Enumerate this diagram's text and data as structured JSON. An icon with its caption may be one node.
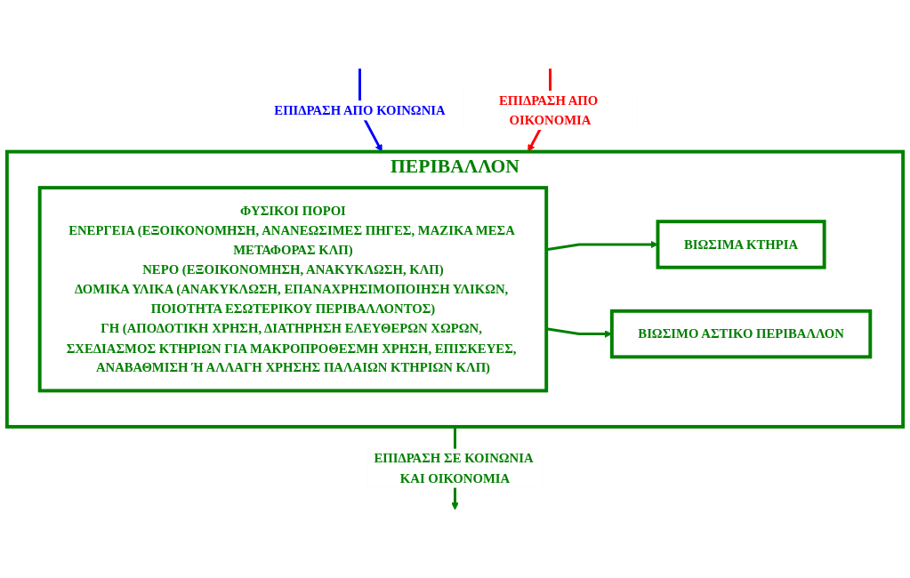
{
  "diagram": {
    "nodes": [
      {
        "text": [
          "ΠΕΡΙΒΑΛΛΟΝ"
        ]
      },
      {
        "text": [
          "ΦΥΣΙΚΟΙ ΠΟΡΟΙ",
          "ΕΝΕΡΓΕΙΑ (ΕΞΟΙΚΟΝΟΜΗΣΗ, ΑΝΑΝΕΩΣΙΜΕΣ ΠΗΓΕΣ, ΜΑΖΙΚΑ ΜΕΣΑ ΜΕΤΑΦΟΡΑΣ ΚΛΠ)",
          "ΝΕΡΟ (ΕΞΟΙΚΟΝΟΜΗΣΗ, ΑΝΑΚΥΚΛΩΣΗ, ΚΛΠ)",
          "ΔΟΜΙΚΑ ΥΛΙΚΑ (ΑΝΑΚΥΚΛΩΣΗ, ΕΠΑΝΑΧΡΗΣΙΜΟΠΟΙΗΣΗ ΥΛΙΚΩΝ, ΠΟΙΟΤΗΤΑ ΕΣΩΤΕΡΙΚΟΥ ΠΕΡΙΒΑΛΛΟΝΤΟΣ)",
          "ΓΗ (ΑΠΟΔΟΤΙΚΗ ΧΡΗΣΗ, ΔΙΑΤΗΡΗΣΗ ΕΛΕΥΘΕΡΩΝ ΧΩΡΩΝ, ΣΧΕΔΙΑΣΜΟΣ ΚΤΗΡΙΩΝ ΓΙΑ ΜΑΚΡΟΠΡΟΘΕΣΜΗ ΧΡΗΣΗ, ΕΠΙΣΚΕΥΕΣ, ΑΝΑΒΑΘΜΙΣΗ Ή ΑΛΛΑΓΗ ΧΡΗΣΗΣ ΠΑΛΑΙΩΝ ΚΤΗΡΙΩΝ ΚΛΠ)"
        ],
        "in": 0
      },
      {
        "text": [
          "ΒΙΩΣΙΜΑ ΚΤΗΡΙΑ"
        ],
        "in": 0
      },
      {
        "text": [
          "ΒΙΩΣΙΜΟ ΑΣΤΙΚΟ ΠΕΡΙΒΑΛΛΟΝ"
        ],
        "in": 0
      }
    ],
    "edges": [
      {
        "from": null,
        "to": 0,
        "arrow": "to",
        "label": "ΕΠΙΔΡΑΣΗ ΑΠΟ ΚΟΙΝΩΝΙΑ",
        "color": "#0000ff"
      },
      {
        "from": null,
        "to": 0,
        "arrow": "to",
        "label": "ΕΠΙΔΡΑΣΗ ΑΠΟ ΟΙΚΟΝΟΜΙΑ",
        "color": "#ff0000"
      },
      {
        "from": 0,
        "to": null,
        "arrow": "to",
        "label": "ΕΠΙΔΡΑΣΗ ΣΕ ΚΟΙΝΩΝΙΑ ΚΑΙ ΟΙΚΟΝΟΜΙΑ"
      },
      {
        "from": 1,
        "to": 2,
        "arrow": "to"
      },
      {
        "from": 1,
        "to": 3,
        "arrow": "to"
      }
    ]
  }
}
